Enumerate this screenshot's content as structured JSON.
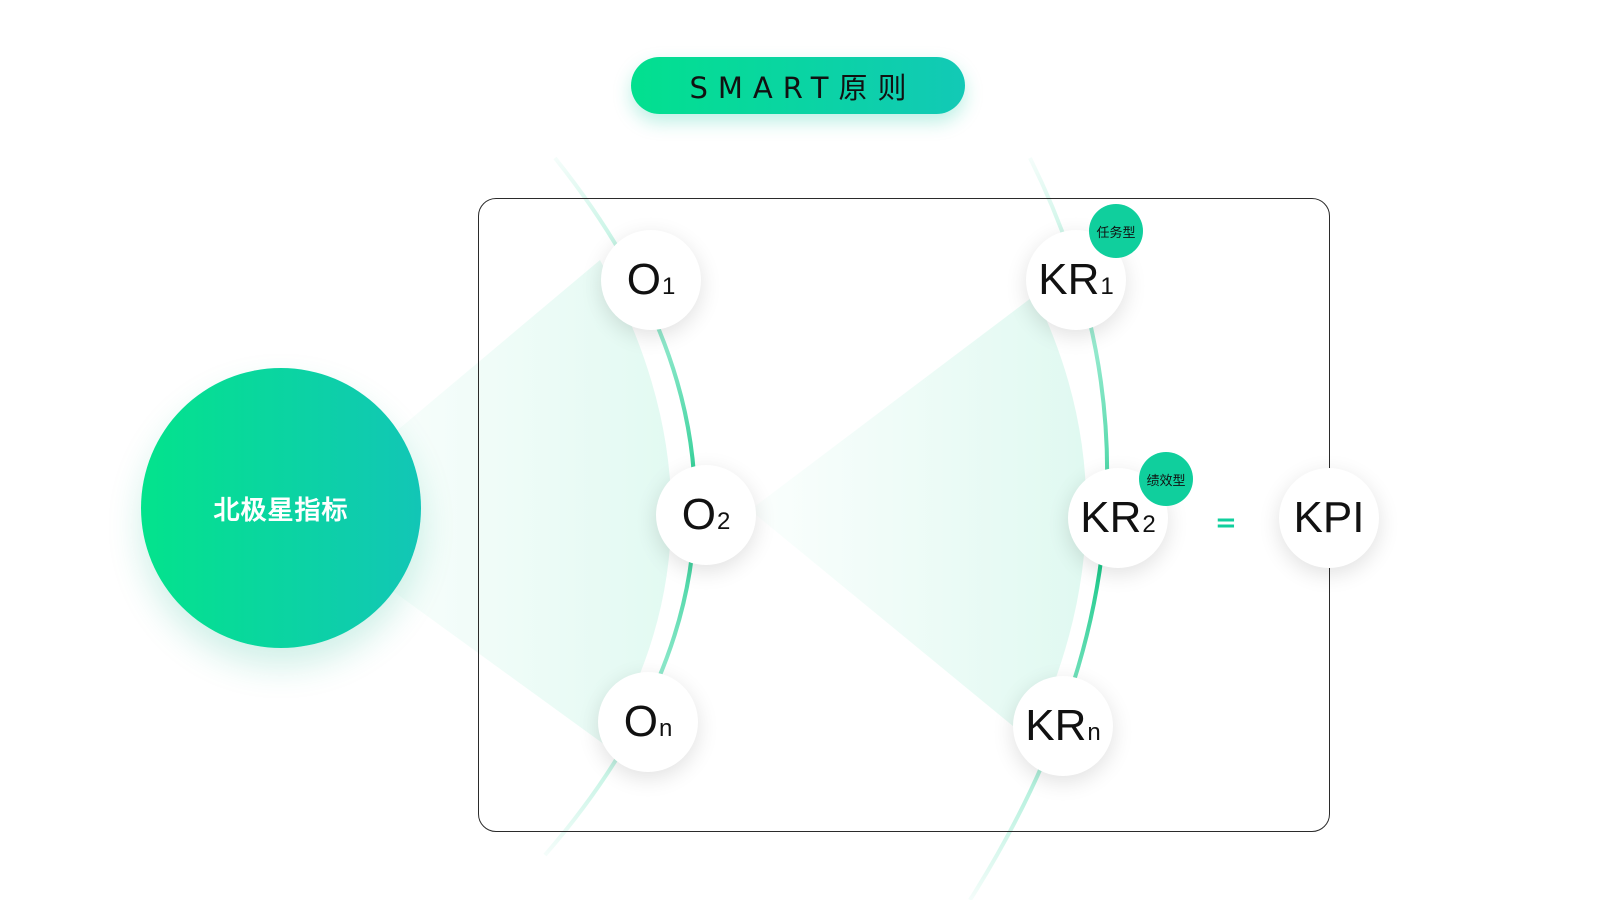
{
  "title": "SMART原则",
  "center": {
    "label": "北极星指标"
  },
  "objectives": [
    {
      "main": "O",
      "sub": "1"
    },
    {
      "main": "O",
      "sub": "2"
    },
    {
      "main": "O",
      "sub": "n"
    }
  ],
  "key_results": [
    {
      "main": "KR",
      "sub": "1"
    },
    {
      "main": "KR",
      "sub": "2"
    },
    {
      "main": "KR",
      "sub": "n"
    }
  ],
  "tags": {
    "kr1": "任务型",
    "kr2": "绩效型"
  },
  "equals_sign": "=",
  "kpi": "KPI",
  "colors": {
    "accent_start": "#02e08f",
    "accent_end": "#12c9b6",
    "tag": "#10cf9d",
    "frame": "#2b2b2b",
    "text": "#111111"
  }
}
